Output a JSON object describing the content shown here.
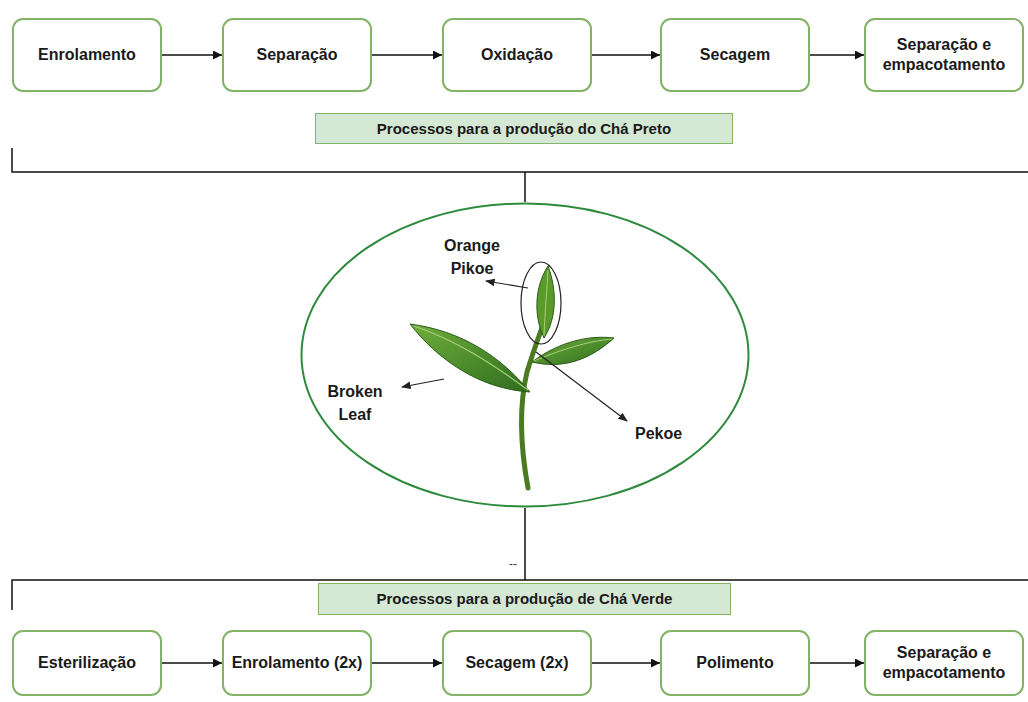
{
  "diagram": {
    "nodes": [
      {
        "text": [
          "Enrolamento"
        ]
      },
      {
        "text": [
          "Separação"
        ]
      },
      {
        "text": [
          "Oxidação"
        ]
      },
      {
        "text": [
          "Secagem"
        ]
      },
      {
        "text": [
          "Separação e empacotamento"
        ]
      },
      {
        "text": [
          "Processos para a produção do Chá Preto"
        ]
      },
      {
        "text": [
          "Orange Pikoe",
          "Broken Leaf",
          "Pekoe"
        ]
      },
      {
        "text": [
          "Processos para a produção de Chá Verde"
        ]
      },
      {
        "text": [
          "Esterilização"
        ]
      },
      {
        "text": [
          "Enrolamento (2x)"
        ]
      },
      {
        "text": [
          "Secagem (2x)"
        ]
      },
      {
        "text": [
          "Polimento"
        ]
      },
      {
        "text": [
          "Separação e empacotamento"
        ]
      }
    ],
    "edges": [
      {
        "from": 0,
        "to": 1,
        "arrow": "to"
      },
      {
        "from": 1,
        "to": 2,
        "arrow": "to"
      },
      {
        "from": 2,
        "to": 3,
        "arrow": "to"
      },
      {
        "from": 3,
        "to": 4,
        "arrow": "to"
      },
      {
        "from": 8,
        "to": 9,
        "arrow": "to"
      },
      {
        "from": 9,
        "to": 10,
        "arrow": "to"
      },
      {
        "from": 10,
        "to": 11,
        "arrow": "to"
      },
      {
        "from": 11,
        "to": 12,
        "arrow": "to"
      }
    ],
    "labels": [
      "--"
    ]
  }
}
